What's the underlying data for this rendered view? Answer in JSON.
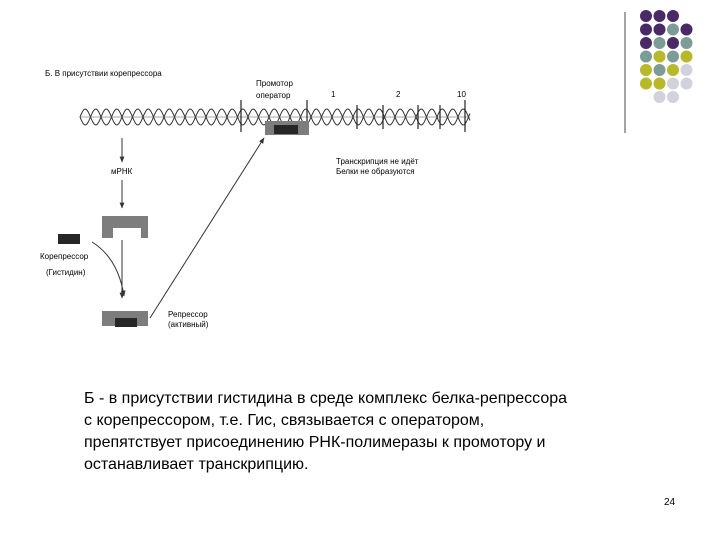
{
  "slide": {
    "colors": {
      "purple": "#4a2a66",
      "teal": "#7d9c98",
      "olive": "#b7b82a",
      "lightgray": "#d2d2dc",
      "block_gray": "#7d7d7d",
      "block_dark": "#262626"
    },
    "dot_grid": [
      [
        "purple",
        "purple",
        "purple",
        "none"
      ],
      [
        "purple",
        "purple",
        "teal",
        "purple"
      ],
      [
        "purple",
        "teal",
        "purple",
        "teal"
      ],
      [
        "teal",
        "olive",
        "teal",
        "olive"
      ],
      [
        "olive",
        "teal",
        "olive",
        "lightgray"
      ],
      [
        "olive",
        "olive",
        "lightgray",
        "lightgray"
      ],
      [
        "none",
        "lightgray",
        "lightgray",
        "none"
      ]
    ]
  },
  "figure": {
    "title": "Б. В присутствии корепрессора",
    "promoter_label": "Промотор",
    "operator_label": "оператор",
    "gene_labels": [
      "1",
      "2",
      "10"
    ],
    "mrna_label": "мРНК",
    "transcription_status": [
      "Транскрипция не идёт",
      "Белки не образуются"
    ],
    "corepressor_label": "Корепрессор",
    "histidine_label": "(Гистидин)",
    "repressor_label": "Репрессор",
    "active_label": "(активный)"
  },
  "caption": {
    "lines": [
      "Б - в присутствии гистидина в среде комплекс белка-репрессора",
      "с корепрессором, т.е. Гис, связывается с оператором,",
      "препятствует присоединению РНК-полимеразы к промотору и",
      "останавливает транскрипцию."
    ]
  },
  "page_number": "24"
}
